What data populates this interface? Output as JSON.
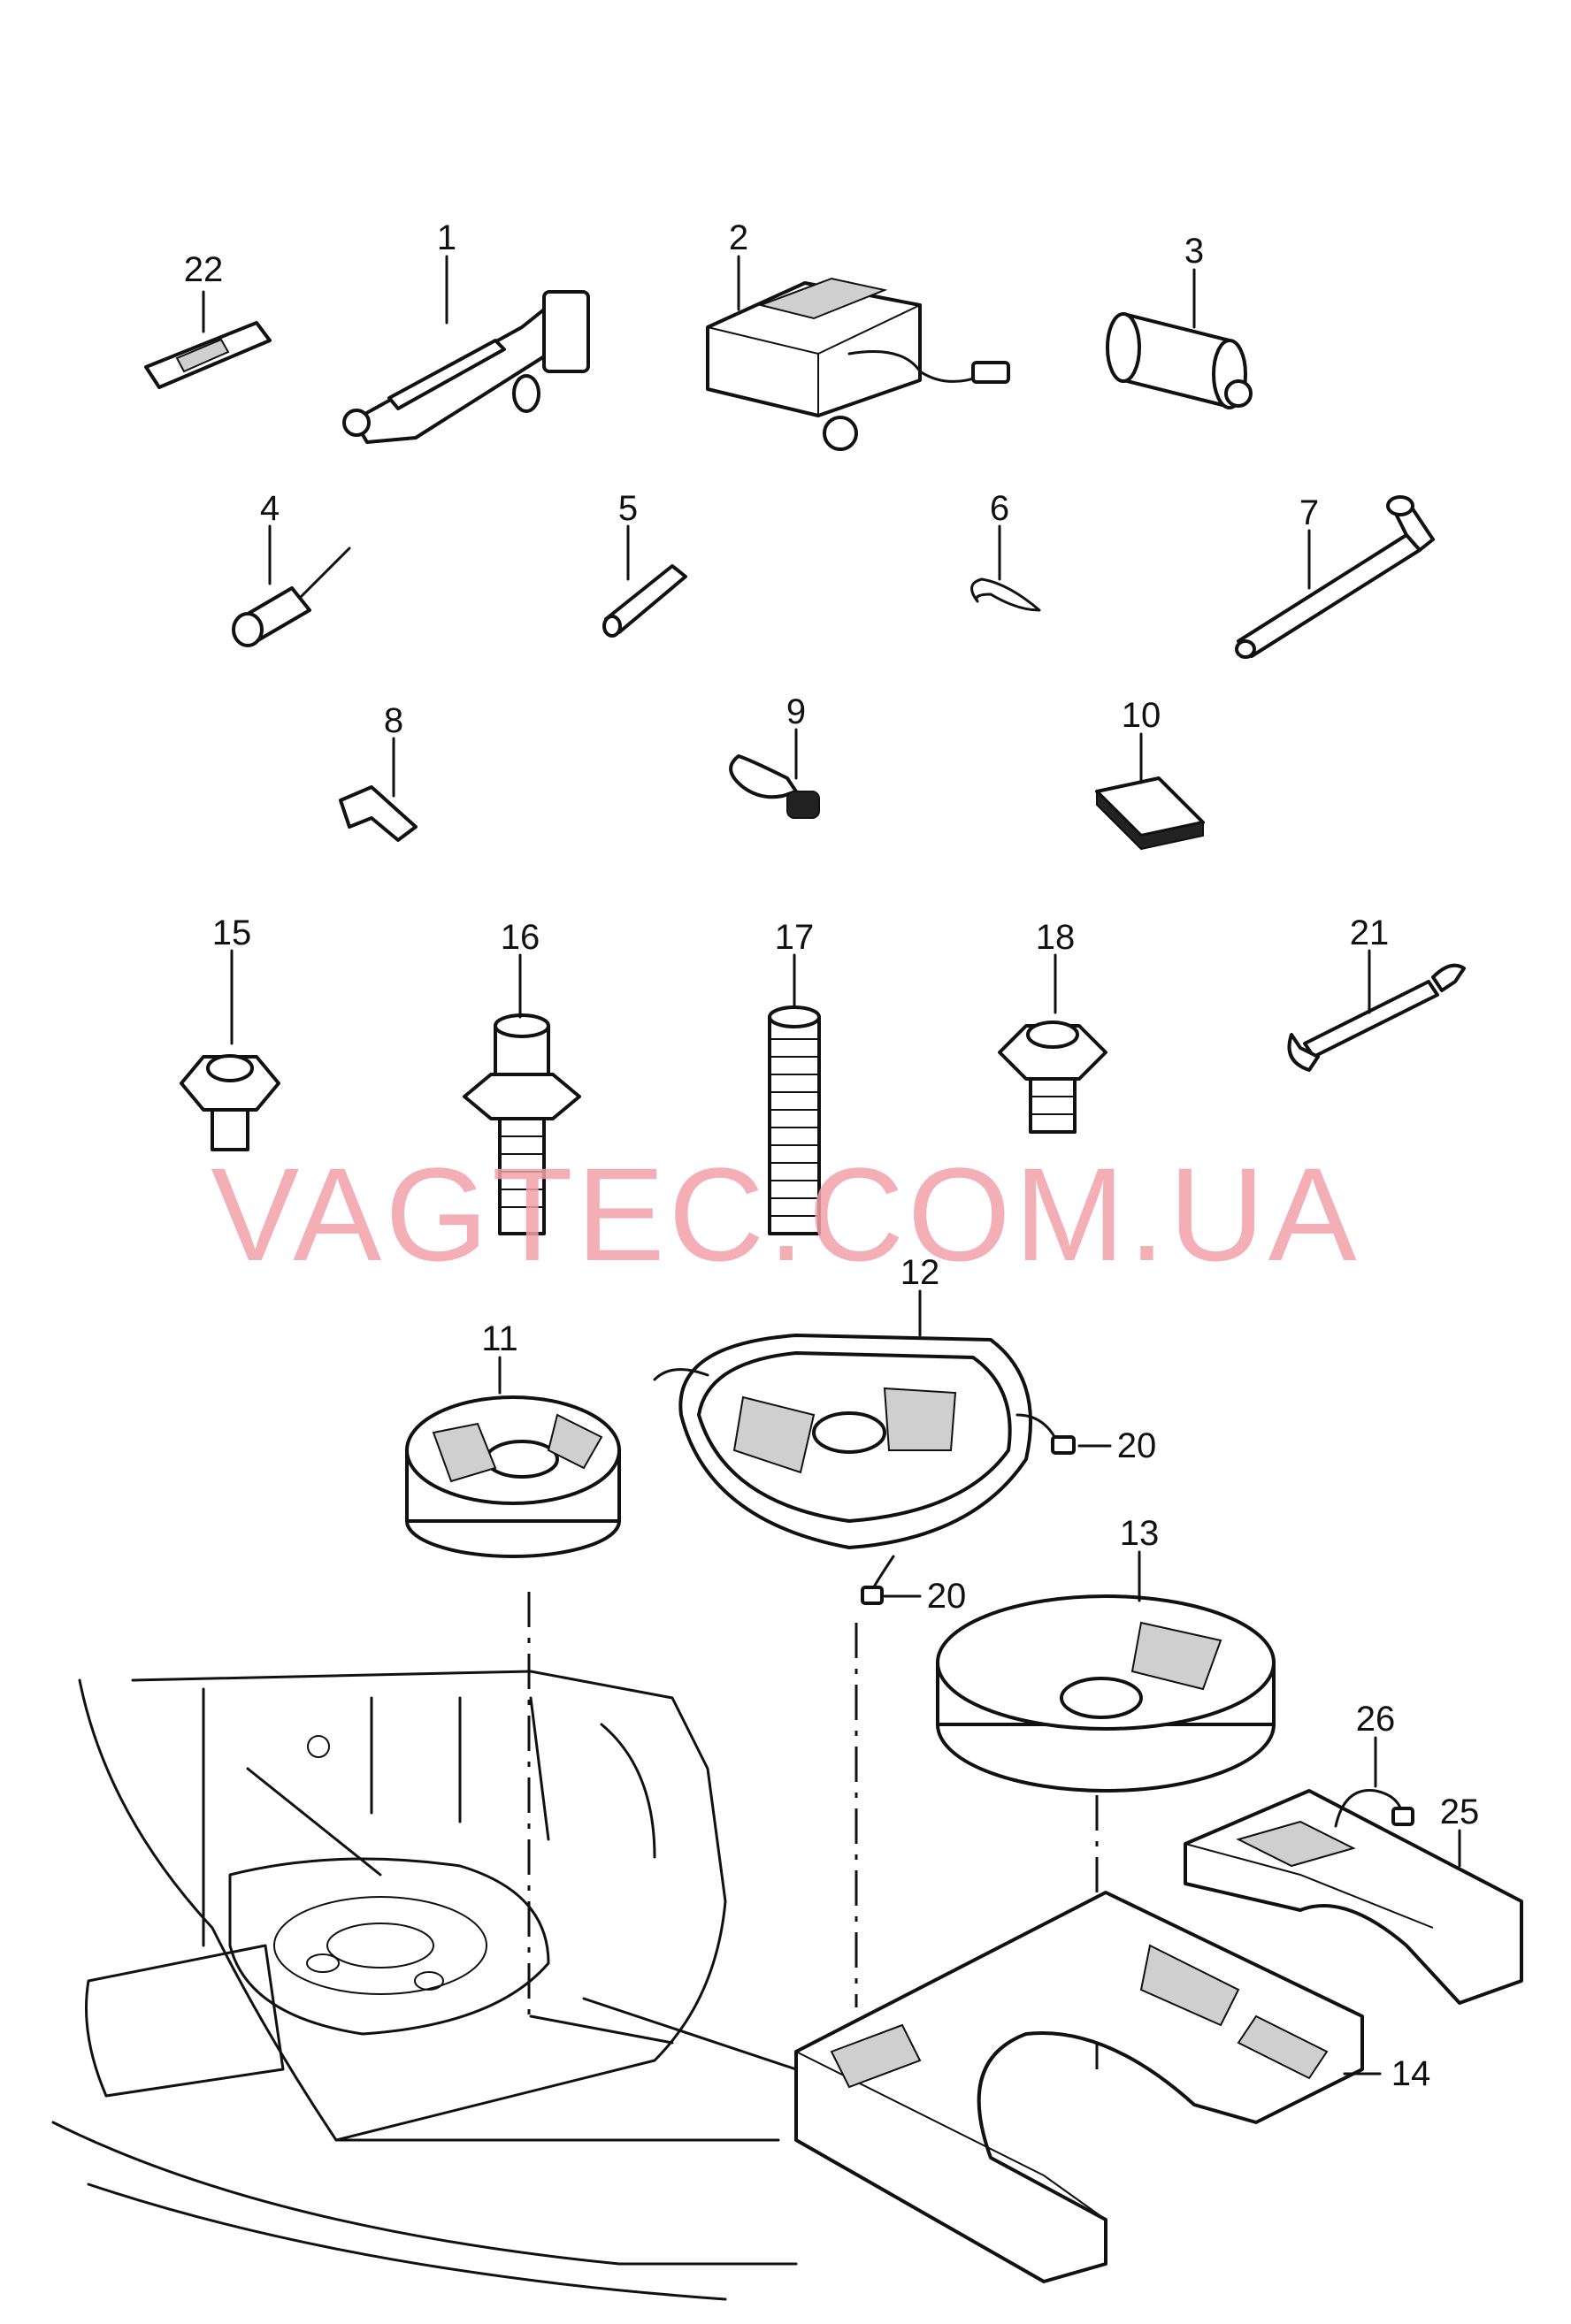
{
  "watermark": "VAGTEC.COM.UA",
  "colors": {
    "watermark": "#f2a0a8",
    "line": "#111111",
    "background": "#ffffff"
  },
  "callouts": {
    "n1": "1",
    "n2": "2",
    "n3": "3",
    "n4": "4",
    "n5": "5",
    "n6": "6",
    "n7": "7",
    "n8": "8",
    "n9": "9",
    "n10": "10",
    "n11": "11",
    "n12": "12",
    "n13": "13",
    "n14": "14",
    "n15": "15",
    "n16": "16",
    "n17": "17",
    "n18": "18",
    "n20a": "20",
    "n20b": "20",
    "n21": "21",
    "n22": "22",
    "n25": "25",
    "n26": "26"
  }
}
